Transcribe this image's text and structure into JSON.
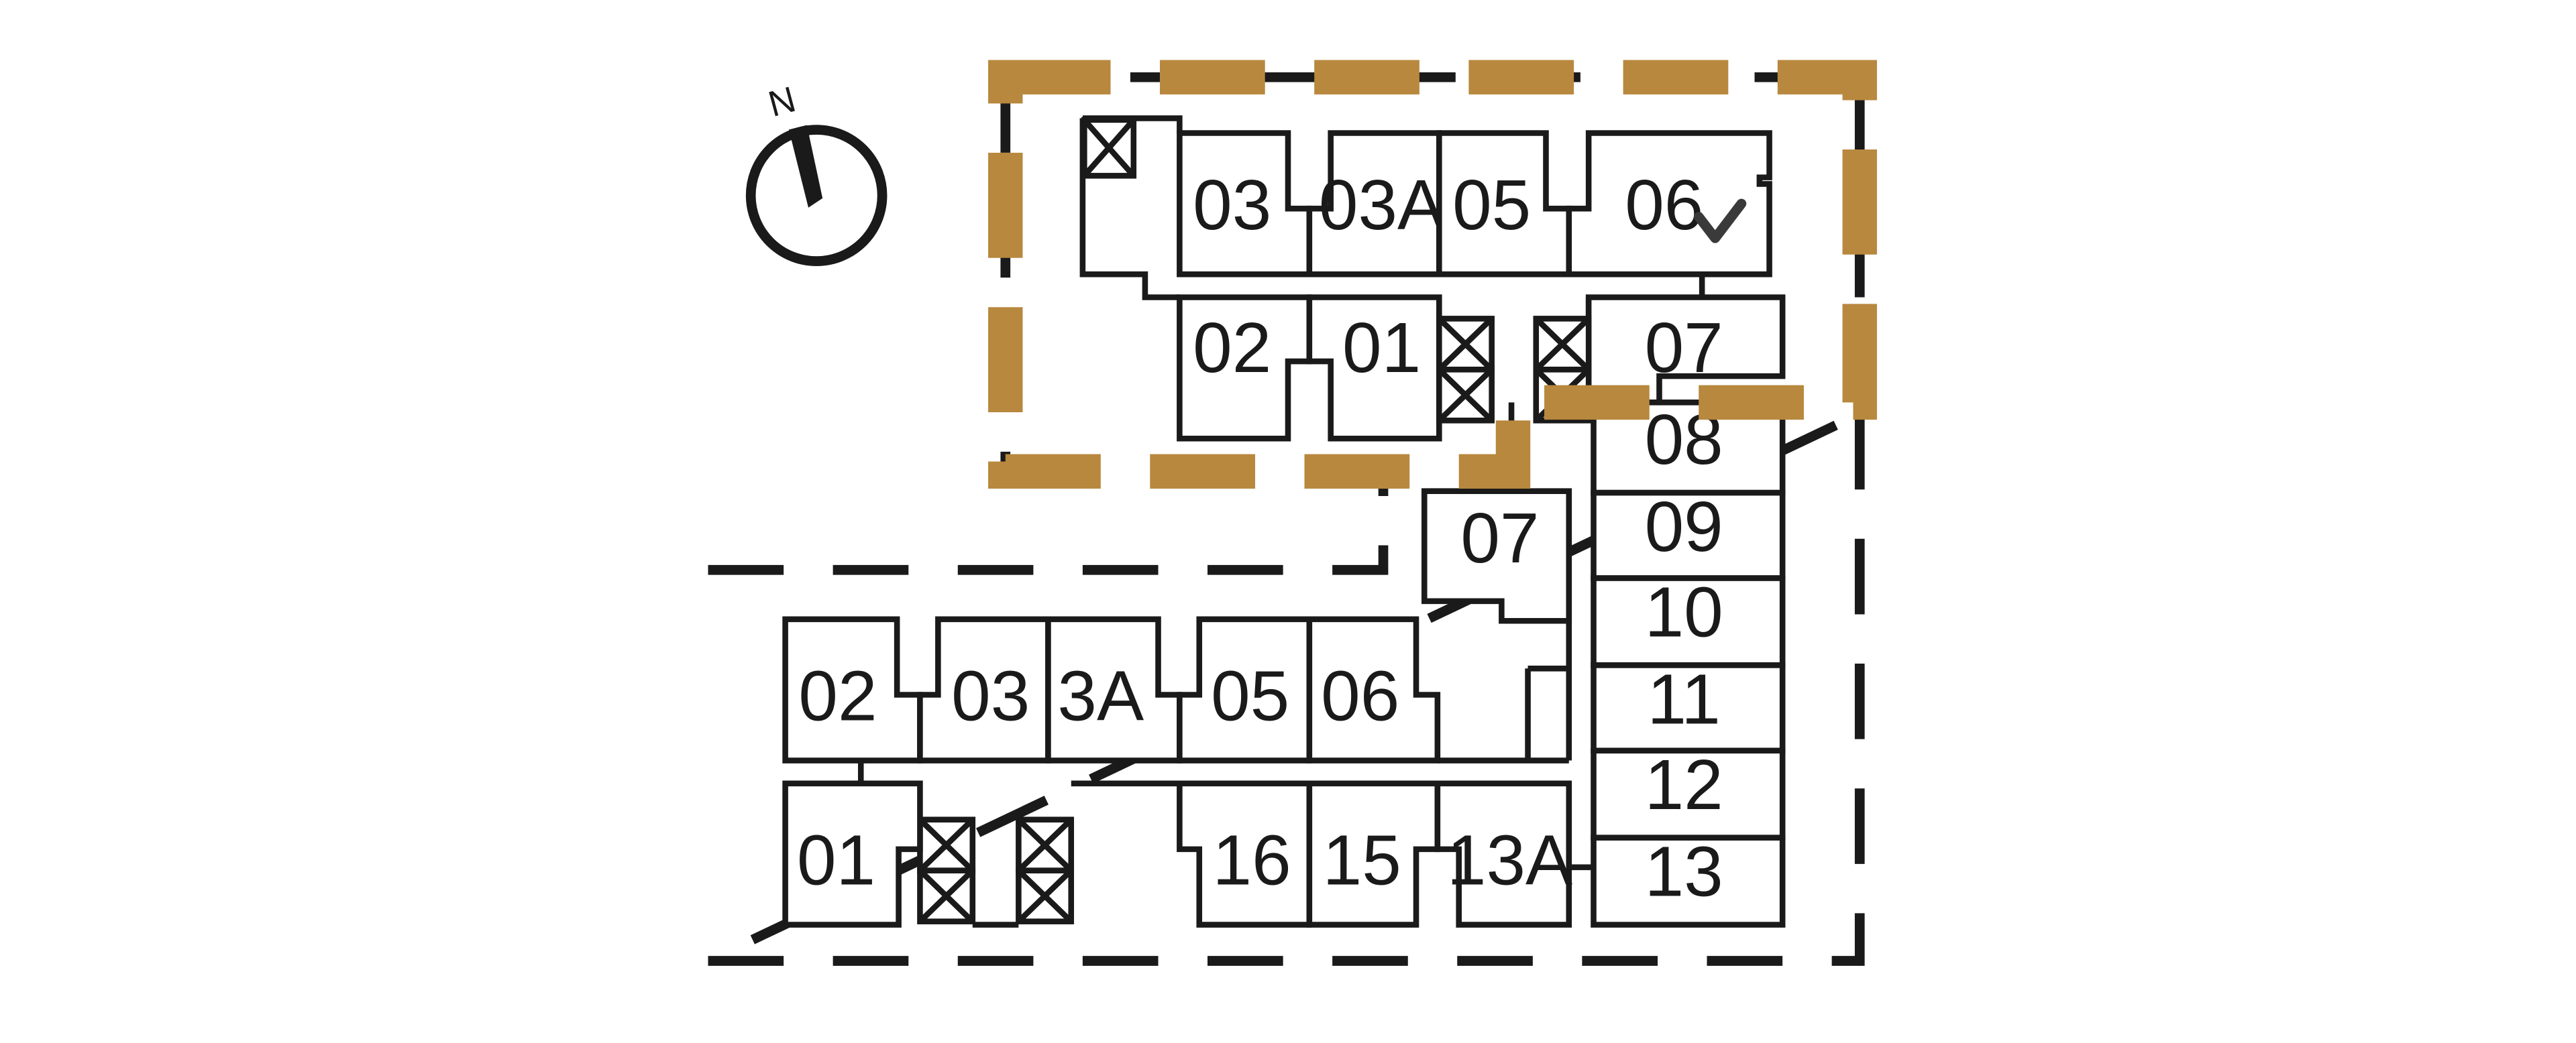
{
  "compass": {
    "label": "N"
  },
  "colors": {
    "highlight": "#b8883f",
    "selected_mark": "#3a3a3a",
    "line": "#1a1a1a"
  },
  "upper_block": {
    "units": [
      {
        "id": "u-03",
        "label": "03"
      },
      {
        "id": "u-03a",
        "label": "03A"
      },
      {
        "id": "u-05",
        "label": "05"
      },
      {
        "id": "u-06",
        "label": "06",
        "selected": true
      },
      {
        "id": "u-02",
        "label": "02"
      },
      {
        "id": "u-01",
        "label": "01"
      },
      {
        "id": "u-07",
        "label": "07"
      }
    ]
  },
  "east_wing": {
    "units": [
      {
        "id": "e-08",
        "label": "08"
      },
      {
        "id": "e-09",
        "label": "09"
      },
      {
        "id": "e-10",
        "label": "10"
      },
      {
        "id": "e-11",
        "label": "11"
      },
      {
        "id": "e-12",
        "label": "12"
      },
      {
        "id": "e-13",
        "label": "13"
      }
    ]
  },
  "lower_block": {
    "units": [
      {
        "id": "l-07",
        "label": "07"
      },
      {
        "id": "l-02",
        "label": "02"
      },
      {
        "id": "l-03",
        "label": "03"
      },
      {
        "id": "l-3a",
        "label": "3A"
      },
      {
        "id": "l-05",
        "label": "05"
      },
      {
        "id": "l-06",
        "label": "06"
      },
      {
        "id": "l-01",
        "label": "01"
      },
      {
        "id": "l-16",
        "label": "16"
      },
      {
        "id": "l-15",
        "label": "15"
      },
      {
        "id": "l-13a",
        "label": "13A"
      }
    ]
  }
}
